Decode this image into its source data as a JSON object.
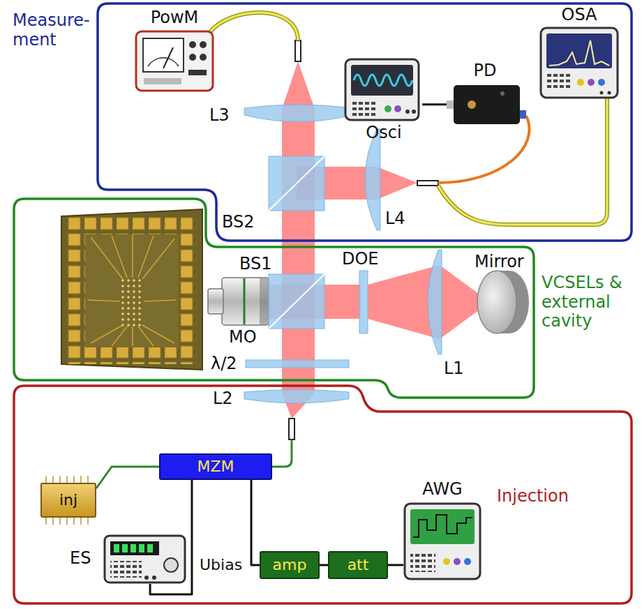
{
  "diagram": {
    "nodes": [
      {
        "text": [
          "Measure- ment"
        ]
      },
      {
        "text": [
          "PowM"
        ],
        "in": 0
      },
      {
        "text": [
          "Osci"
        ],
        "in": 0
      },
      {
        "text": [
          "PD"
        ],
        "in": 0
      },
      {
        "text": [
          "OSA"
        ],
        "in": 0
      },
      {
        "text": [
          "VCSELs & external cavity"
        ]
      },
      {
        "text": [
          "Injection"
        ]
      },
      {
        "text": [
          "inj"
        ],
        "in": 6
      },
      {
        "text": [
          "MZM"
        ],
        "in": 6
      },
      {
        "text": [
          "AWG"
        ],
        "in": 6
      },
      {
        "text": [
          "ES"
        ],
        "in": 6
      },
      {
        "text": [
          "amp"
        ],
        "in": 6
      },
      {
        "text": [
          "att"
        ],
        "in": 6
      }
    ],
    "edges": [
      {
        "from": 3,
        "to": 2,
        "arrow": "none"
      },
      {
        "from": 7,
        "to": 8,
        "arrow": "none"
      },
      {
        "from": 10,
        "to": 8,
        "label": "Ubias",
        "arrow": "none"
      },
      {
        "from": 9,
        "to": 12,
        "arrow": "none"
      },
      {
        "from": 12,
        "to": 11,
        "arrow": "none"
      },
      {
        "from": 11,
        "to": 8,
        "arrow": "none"
      }
    ],
    "labels": [
      "L3",
      "BS2",
      "L4",
      "BS1",
      "DOE",
      "Mirror",
      "MO",
      "L1",
      "λ/2",
      "L2"
    ]
  }
}
